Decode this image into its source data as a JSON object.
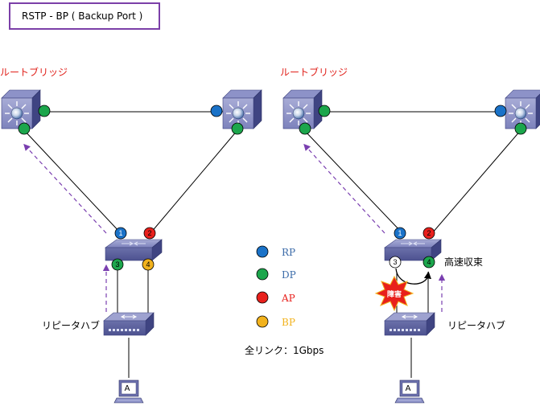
{
  "title": "RSTP - BP ( Backup Port )",
  "left_diagram": {
    "root_bridge_label": "ルートブリッジ",
    "repeater_hub_label": "リピータハブ",
    "pc_label": "A",
    "port_labels": [
      "1",
      "2",
      "3",
      "4"
    ]
  },
  "right_diagram": {
    "root_bridge_label": "ルートブリッジ",
    "repeater_hub_label": "リピータハブ",
    "pc_label": "A",
    "fast_convergence_label": "高速収束",
    "failure_label": "障害",
    "port_labels": [
      "1",
      "2",
      "3",
      "4"
    ]
  },
  "legend": [
    {
      "label": "RP",
      "color": "#1a72c8",
      "text_color": "#3a6aa8"
    },
    {
      "label": "DP",
      "color": "#1ca64c",
      "text_color": "#3a6aa8"
    },
    {
      "label": "AP",
      "color": "#e8201c",
      "text_color": "#e8201c"
    },
    {
      "label": "BP",
      "color": "#f2b21c",
      "text_color": "#f2b21c"
    }
  ],
  "link_note": "全リンク：1Gbps",
  "colors": {
    "rp": "#1a72c8",
    "dp": "#1ca64c",
    "ap": "#e8201c",
    "bp": "#f2b21c",
    "arrow": "#7a3fb0",
    "title_border": "#7b3fa8"
  }
}
